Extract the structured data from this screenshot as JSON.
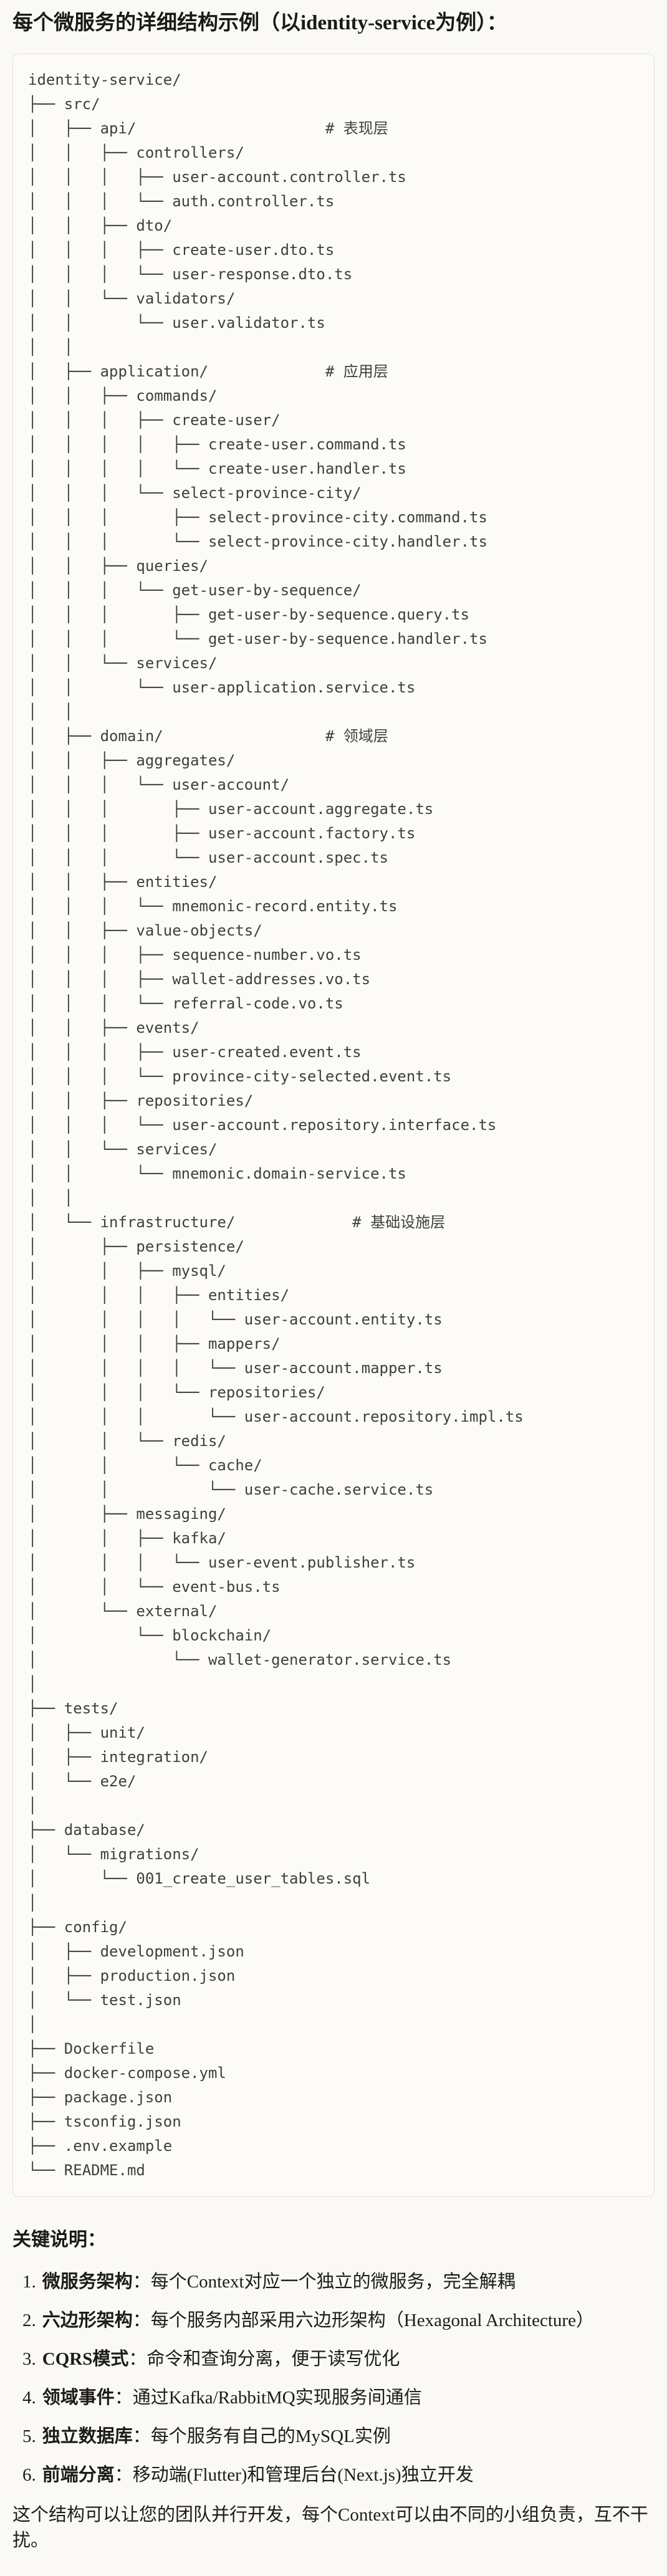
{
  "page": {
    "title": "每个微服务的详细结构示例（以identity-service为例）："
  },
  "tree": {
    "lines": [
      "identity-service/",
      "├── src/",
      "│   ├── api/                     # 表现层",
      "│   │   ├── controllers/",
      "│   │   │   ├── user-account.controller.ts",
      "│   │   │   └── auth.controller.ts",
      "│   │   ├── dto/",
      "│   │   │   ├── create-user.dto.ts",
      "│   │   │   └── user-response.dto.ts",
      "│   │   └── validators/",
      "│   │       └── user.validator.ts",
      "│   │",
      "│   ├── application/             # 应用层",
      "│   │   ├── commands/",
      "│   │   │   ├── create-user/",
      "│   │   │   │   ├── create-user.command.ts",
      "│   │   │   │   └── create-user.handler.ts",
      "│   │   │   └── select-province-city/",
      "│   │   │       ├── select-province-city.command.ts",
      "│   │   │       └── select-province-city.handler.ts",
      "│   │   ├── queries/",
      "│   │   │   └── get-user-by-sequence/",
      "│   │   │       ├── get-user-by-sequence.query.ts",
      "│   │   │       └── get-user-by-sequence.handler.ts",
      "│   │   └── services/",
      "│   │       └── user-application.service.ts",
      "│   │",
      "│   ├── domain/                  # 领域层",
      "│   │   ├── aggregates/",
      "│   │   │   └── user-account/",
      "│   │   │       ├── user-account.aggregate.ts",
      "│   │   │       ├── user-account.factory.ts",
      "│   │   │       └── user-account.spec.ts",
      "│   │   ├── entities/",
      "│   │   │   └── mnemonic-record.entity.ts",
      "│   │   ├── value-objects/",
      "│   │   │   ├── sequence-number.vo.ts",
      "│   │   │   ├── wallet-addresses.vo.ts",
      "│   │   │   └── referral-code.vo.ts",
      "│   │   ├── events/",
      "│   │   │   ├── user-created.event.ts",
      "│   │   │   └── province-city-selected.event.ts",
      "│   │   ├── repositories/",
      "│   │   │   └── user-account.repository.interface.ts",
      "│   │   └── services/",
      "│   │       └── mnemonic.domain-service.ts",
      "│   │",
      "│   └── infrastructure/             # 基础设施层",
      "│       ├── persistence/",
      "│       │   ├── mysql/",
      "│       │   │   ├── entities/",
      "│       │   │   │   └── user-account.entity.ts",
      "│       │   │   ├── mappers/",
      "│       │   │   │   └── user-account.mapper.ts",
      "│       │   │   └── repositories/",
      "│       │   │       └── user-account.repository.impl.ts",
      "│       │   └── redis/",
      "│       │       └── cache/",
      "│       │           └── user-cache.service.ts",
      "│       ├── messaging/",
      "│       │   ├── kafka/",
      "│       │   │   └── user-event.publisher.ts",
      "│       │   └── event-bus.ts",
      "│       └── external/",
      "│           └── blockchain/",
      "│               └── wallet-generator.service.ts",
      "│",
      "├── tests/",
      "│   ├── unit/",
      "│   ├── integration/",
      "│   └── e2e/",
      "│",
      "├── database/",
      "│   └── migrations/",
      "│       └── 001_create_user_tables.sql",
      "│",
      "├── config/",
      "│   ├── development.json",
      "│   ├── production.json",
      "│   └── test.json",
      "│",
      "├── Dockerfile",
      "├── docker-compose.yml",
      "├── package.json",
      "├── tsconfig.json",
      "├── .env.example",
      "└── README.md"
    ]
  },
  "notes": {
    "heading": "关键说明：",
    "items": [
      {
        "num": "1.",
        "term": "微服务架构",
        "desc": "：每个Context对应一个独立的微服务，完全解耦"
      },
      {
        "num": "2.",
        "term": "六边形架构",
        "desc": "：每个服务内部采用六边形架构（Hexagonal Architecture）"
      },
      {
        "num": "3.",
        "term": "CQRS模式",
        "desc": "：命令和查询分离，便于读写优化"
      },
      {
        "num": "4.",
        "term": "领域事件",
        "desc": "：通过Kafka/RabbitMQ实现服务间通信"
      },
      {
        "num": "5.",
        "term": "独立数据库",
        "desc": "：每个服务有自己的MySQL实例"
      },
      {
        "num": "6.",
        "term": "前端分离",
        "desc": "：移动端(Flutter)和管理后台(Next.js)独立开发"
      }
    ]
  },
  "footer": {
    "text": "这个结构可以让您的团队并行开发，每个Context可以由不同的小组负责，互不干扰。"
  }
}
